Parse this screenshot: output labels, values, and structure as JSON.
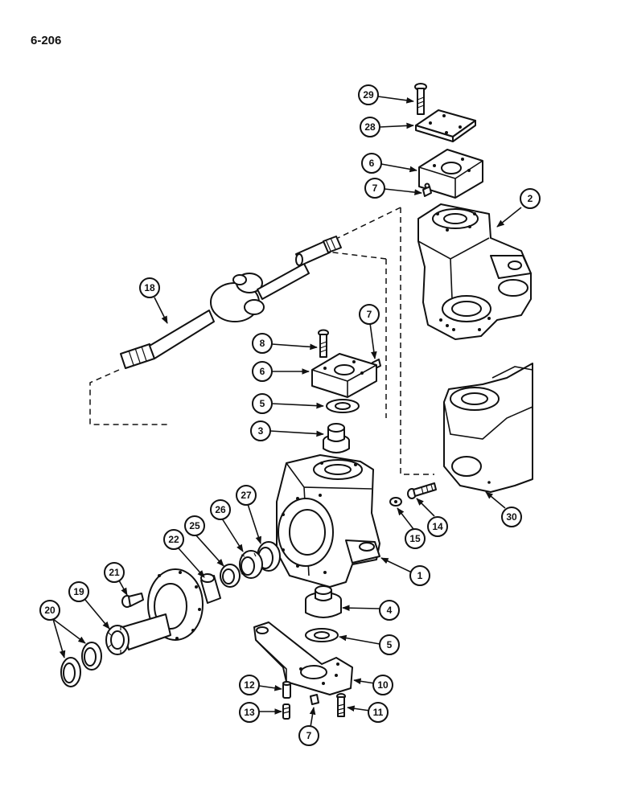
{
  "page_number": "6-206",
  "callouts": [
    {
      "id": "c29",
      "label": "29"
    },
    {
      "id": "c28",
      "label": "28"
    },
    {
      "id": "c6a",
      "label": "6"
    },
    {
      "id": "c7a",
      "label": "7"
    },
    {
      "id": "c2",
      "label": "2"
    },
    {
      "id": "c18",
      "label": "18"
    },
    {
      "id": "c7b",
      "label": "7"
    },
    {
      "id": "c8",
      "label": "8"
    },
    {
      "id": "c6b",
      "label": "6"
    },
    {
      "id": "c5a",
      "label": "5"
    },
    {
      "id": "c3",
      "label": "3"
    },
    {
      "id": "c27",
      "label": "27"
    },
    {
      "id": "c26",
      "label": "26"
    },
    {
      "id": "c25",
      "label": "25"
    },
    {
      "id": "c22",
      "label": "22"
    },
    {
      "id": "c21",
      "label": "21"
    },
    {
      "id": "c19",
      "label": "19"
    },
    {
      "id": "c20",
      "label": "20"
    },
    {
      "id": "c1",
      "label": "1"
    },
    {
      "id": "c15",
      "label": "15"
    },
    {
      "id": "c14",
      "label": "14"
    },
    {
      "id": "c30",
      "label": "30"
    },
    {
      "id": "c4",
      "label": "4"
    },
    {
      "id": "c5b",
      "label": "5"
    },
    {
      "id": "c10",
      "label": "10"
    },
    {
      "id": "c12",
      "label": "12"
    },
    {
      "id": "c11",
      "label": "11"
    },
    {
      "id": "c13",
      "label": "13"
    },
    {
      "id": "c7c",
      "label": "7"
    }
  ]
}
